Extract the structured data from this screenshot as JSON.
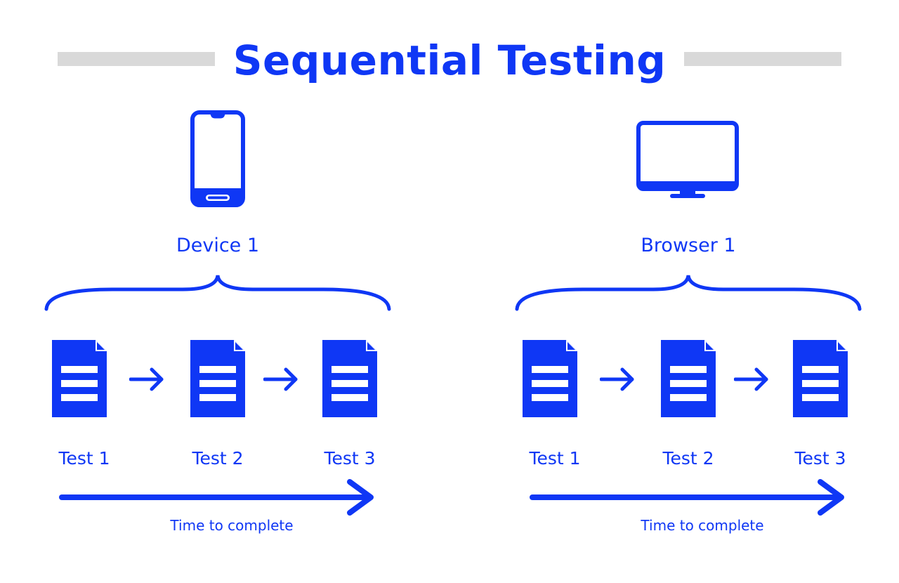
{
  "title": "Sequential Testing",
  "colors": {
    "accent": "#0f37f5",
    "bar": "#d9d9d9"
  },
  "panels": [
    {
      "subject_icon": "smartphone-icon",
      "subject_label": "Device 1",
      "tests": [
        "Test 1",
        "Test 2",
        "Test 3"
      ],
      "time_label": "Time to complete"
    },
    {
      "subject_icon": "monitor-icon",
      "subject_label": "Browser 1",
      "tests": [
        "Test 1",
        "Test 2",
        "Test 3"
      ],
      "time_label": "Time to complete"
    }
  ]
}
